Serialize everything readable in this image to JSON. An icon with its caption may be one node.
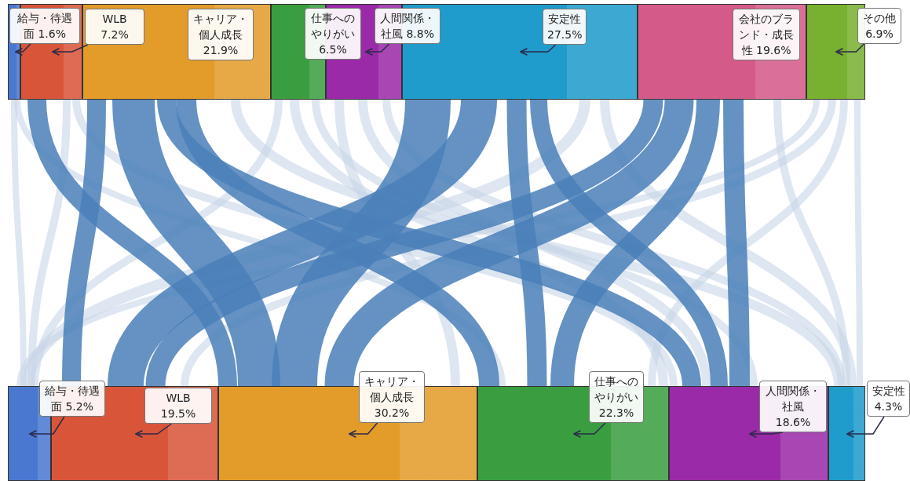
{
  "diagram": {
    "nodes": [
      {
        "text": [],
        "shape": "bar"
      },
      {
        "text": [],
        "shape": "bar"
      },
      {
        "text": [],
        "shape": "bar"
      },
      {
        "text": [],
        "shape": "bar"
      },
      {
        "text": [],
        "shape": "bar"
      },
      {
        "text": [],
        "shape": "bar"
      },
      {
        "text": [],
        "shape": "bar"
      },
      {
        "text": [],
        "shape": "bar"
      },
      {
        "text": [
          "給与・待遇面 1.6%"
        ]
      },
      {
        "text": [
          "WLB 7.2%"
        ],
        "in": 2
      },
      {
        "text": [
          "キャリア・個人成長 21.9%"
        ],
        "in": 2
      },
      {
        "text": [
          "仕事へのやりがい 6.5%"
        ]
      },
      {
        "text": [
          "人間関係・社風 8.8%"
        ]
      },
      {
        "text": [
          "安定性 27.5%"
        ],
        "in": 5
      },
      {
        "text": [
          "会社のブランド・成長性 19.6%"
        ],
        "in": 6
      },
      {
        "text": [
          "その他 6.9%"
        ]
      },
      {
        "text": [],
        "shape": "bar"
      },
      {
        "text": [],
        "shape": "bar"
      },
      {
        "text": [],
        "shape": "bar"
      },
      {
        "text": [],
        "shape": "bar"
      },
      {
        "text": [],
        "shape": "bar"
      },
      {
        "text": [],
        "shape": "bar"
      },
      {
        "text": [
          "給与・待遇面 5.2%"
        ]
      },
      {
        "text": [
          "WLB 19.5%"
        ],
        "in": 17
      },
      {
        "text": [
          "キャリア・個人成長 30.2%"
        ]
      },
      {
        "text": [
          "仕事へのやりがい 22.3%"
        ]
      },
      {
        "text": [
          "人間関係・社風 18.6%"
        ]
      },
      {
        "text": [
          "安定性 4.3%"
        ]
      }
    ],
    "edges": [
      {
        "from": 1,
        "to": 18,
        "arrow": "none",
        "style": "thick",
        "color": "#4a7fb8"
      },
      {
        "from": 2,
        "to": 17,
        "arrow": "none",
        "style": "thick",
        "color": "#4a7fb8"
      },
      {
        "from": 2,
        "to": 18,
        "arrow": "none",
        "style": "thick",
        "color": "#4a7fb8"
      },
      {
        "from": 2,
        "to": 20,
        "arrow": "none",
        "style": "thick",
        "color": "#4a7fb8"
      },
      {
        "from": 2,
        "to": 19,
        "arrow": "none",
        "style": "thick",
        "color": "#4a7fb8"
      },
      {
        "from": 5,
        "to": 18,
        "arrow": "none",
        "style": "thick",
        "color": "#4a7fb8"
      },
      {
        "from": 5,
        "to": 17,
        "arrow": "none",
        "style": "thick",
        "color": "#4a7fb8"
      },
      {
        "from": 5,
        "to": 19,
        "arrow": "none",
        "style": "thick",
        "color": "#4a7fb8"
      },
      {
        "from": 5,
        "to": 20,
        "arrow": "none",
        "style": "thick",
        "color": "#4a7fb8"
      },
      {
        "from": 6,
        "to": 17,
        "arrow": "none",
        "style": "thick",
        "color": "#4a7fb8"
      },
      {
        "from": 6,
        "to": 18,
        "arrow": "none",
        "style": "thick",
        "color": "#4a7fb8"
      },
      {
        "from": 6,
        "to": 19,
        "arrow": "none",
        "style": "thick",
        "color": "#4a7fb8"
      },
      {
        "from": 6,
        "to": 20,
        "arrow": "none",
        "style": "thick",
        "color": "#4a7fb8"
      },
      {
        "from": 0,
        "to": 16,
        "arrow": "none",
        "color": "#c8d6e8"
      },
      {
        "from": 0,
        "to": 19,
        "arrow": "none",
        "color": "#c8d6e8"
      },
      {
        "from": 1,
        "to": 16,
        "arrow": "none",
        "color": "#c8d6e8"
      },
      {
        "from": 1,
        "to": 20,
        "arrow": "none",
        "color": "#c8d6e8"
      },
      {
        "from": 2,
        "to": 21,
        "arrow": "none",
        "color": "#c8d6e8"
      },
      {
        "from": 3,
        "to": 16,
        "arrow": "none",
        "color": "#c8d6e8"
      },
      {
        "from": 3,
        "to": 19,
        "arrow": "none",
        "color": "#c8d6e8"
      },
      {
        "from": 3,
        "to": 20,
        "arrow": "none",
        "color": "#c8d6e8"
      },
      {
        "from": 4,
        "to": 18,
        "arrow": "none",
        "color": "#c8d6e8"
      },
      {
        "from": 4,
        "to": 20,
        "arrow": "none",
        "color": "#c8d6e8"
      },
      {
        "from": 4,
        "to": 21,
        "arrow": "none",
        "color": "#c8d6e8"
      },
      {
        "from": 5,
        "to": 16,
        "arrow": "none",
        "color": "#c8d6e8"
      },
      {
        "from": 5,
        "to": 21,
        "arrow": "none",
        "color": "#c8d6e8"
      },
      {
        "from": 6,
        "to": 21,
        "arrow": "none",
        "color": "#c8d6e8"
      },
      {
        "from": 7,
        "to": 16,
        "arrow": "none",
        "color": "#c8d6e8"
      },
      {
        "from": 7,
        "to": 17,
        "arrow": "none",
        "color": "#c8d6e8"
      },
      {
        "from": 7,
        "to": 19,
        "arrow": "none",
        "color": "#c8d6e8"
      },
      {
        "from": 7,
        "to": 21,
        "arrow": "none",
        "color": "#c8d6e8"
      },
      {
        "from": 8,
        "to": 0,
        "arrow": "to",
        "color": "#2a2a4a"
      },
      {
        "from": 9,
        "to": 1,
        "arrow": "to",
        "color": "#2a2a4a"
      },
      {
        "from": 12,
        "to": 4,
        "arrow": "to",
        "color": "#2a2a4a"
      },
      {
        "from": 13,
        "to": 5,
        "arrow": "to",
        "color": "#2a2a4a"
      },
      {
        "from": 15,
        "to": 7,
        "arrow": "to",
        "color": "#2a2a4a"
      },
      {
        "from": 22,
        "to": 16,
        "arrow": "to",
        "color": "#2a2a4a"
      },
      {
        "from": 23,
        "to": 17,
        "arrow": "to",
        "color": "#2a2a4a"
      },
      {
        "from": 24,
        "to": 18,
        "arrow": "to",
        "color": "#2a2a4a"
      },
      {
        "from": 25,
        "to": 19,
        "arrow": "to",
        "color": "#2a2a4a"
      },
      {
        "from": 26,
        "to": 20,
        "arrow": "to",
        "color": "#2a2a4a"
      },
      {
        "from": 27,
        "to": 21,
        "arrow": "to",
        "color": "#2a2a4a"
      }
    ]
  }
}
